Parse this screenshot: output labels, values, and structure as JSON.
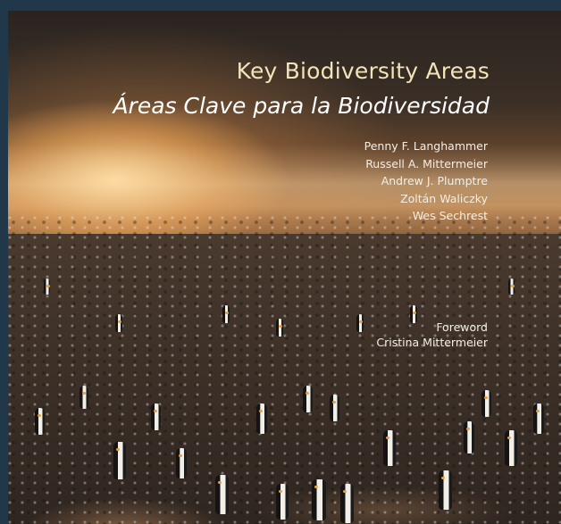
{
  "cover": {
    "title_en": "Key Biodiversity Areas",
    "title_es": "Áreas Clave para la Biodiversidad",
    "authors": [
      "Penny F. Langhammer",
      "Russell A. Mittermeier",
      "Andrew J. Plumptre",
      "Zoltán Waliczky",
      "Wes Sechrest"
    ],
    "foreword_label": "Foreword",
    "foreword_author": "Cristina Mittermeier"
  }
}
